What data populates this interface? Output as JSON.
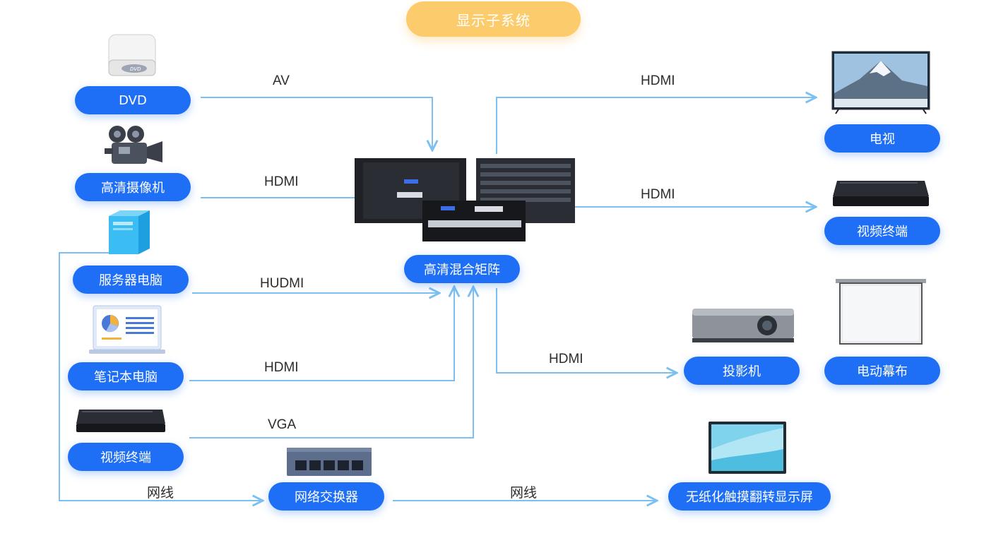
{
  "title": "显示子系统",
  "nodes": {
    "dvd": "DVD",
    "camera": "高清摄像机",
    "server": "服务器电脑",
    "laptop": "笔记本电脑",
    "video_terminal_left": "视频终端",
    "switch": "网络交换器",
    "matrix": "高清混合矩阵",
    "tv": "电视",
    "video_terminal_right": "视频终端",
    "projector": "投影机",
    "screen": "电动幕布",
    "touch_display": "无纸化触摸翻转显示屏"
  },
  "links": {
    "dvd_av": "AV",
    "camera_hdmi": "HDMI",
    "server_hudmi": "HUDMI",
    "laptop_hdmi": "HDMI",
    "terminal_vga": "VGA",
    "server_net": "网线",
    "switch_net": "网线",
    "tv_hdmi": "HDMI",
    "terminal_hdmi": "HDMI",
    "projector_hdmi": "HDMI"
  },
  "colors": {
    "pill": "#1e6ff5",
    "title_pill": "#fbcb6c",
    "line": "#7cc0f2"
  }
}
